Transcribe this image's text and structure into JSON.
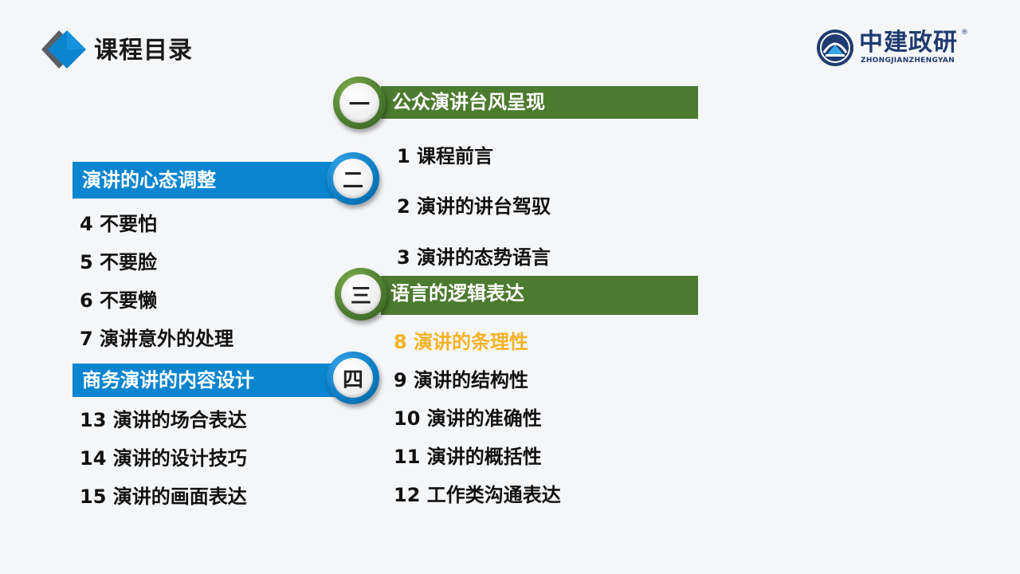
{
  "header": {
    "title": "课程目录",
    "icon": "diamond-chevron-icon"
  },
  "logo": {
    "name_cn": "中建政研",
    "name_en": "ZHONGJIANZHENGYAN",
    "registered": "®",
    "icon": "arch-emblem-icon"
  },
  "colors": {
    "green": "#4c7b2f",
    "blue": "#0b85d0",
    "highlight": "#f4b224",
    "logo": "#1f3b70"
  },
  "sections": [
    {
      "numeral": "一",
      "title": "公众演讲台风呈现",
      "items": [
        "1 课程前言",
        "2 演讲的讲台驾驭",
        "3 演讲的态势语言"
      ]
    },
    {
      "numeral": "二",
      "title": "演讲的心态调整",
      "items": [
        "4 不要怕",
        "5 不要脸",
        "6 不要懒",
        "7 演讲意外的处理"
      ]
    },
    {
      "numeral": "三",
      "title": "语言的逻辑表达",
      "items": [
        "8 演讲的条理性",
        "9 演讲的结构性",
        "10 演讲的准确性",
        "11 演讲的概括性",
        "12 工作类沟通表达"
      ]
    },
    {
      "numeral": "四",
      "title": "商务演讲的内容设计",
      "items": [
        "13 演讲的场合表达",
        "14 演讲的设计技巧",
        "15 演讲的画面表达"
      ]
    }
  ]
}
